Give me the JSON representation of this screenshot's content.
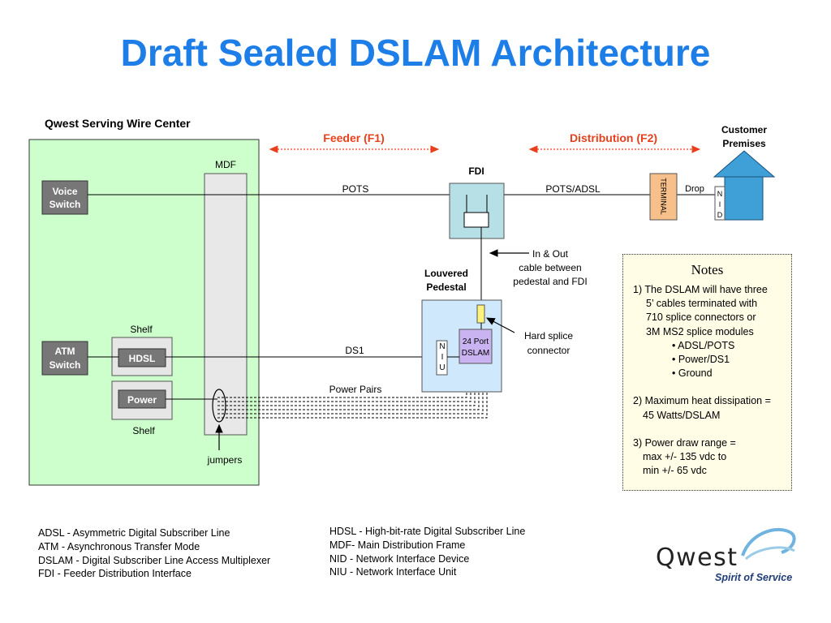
{
  "title": "Draft Sealed DSLAM Architecture",
  "diagram": {
    "wire_center_label": "Qwest Serving Wire Center",
    "feeder_label": "Feeder (F1)",
    "distribution_label": "Distribution (F2)",
    "customer_label_1": "Customer",
    "customer_label_2": "Premises",
    "mdf_label": "MDF",
    "fdi_label": "FDI",
    "voice_switch_1": "Voice",
    "voice_switch_2": "Switch",
    "atm_switch_1": "ATM",
    "atm_switch_2": "Switch",
    "shelf_top": "Shelf",
    "shelf_bottom": "Shelf",
    "hdsl_label": "HDSL",
    "power_label": "Power",
    "jumpers_label": "jumpers",
    "pots_label": "POTS",
    "pots_adsl_label": "POTS/ADSL",
    "ds1_label": "DS1",
    "power_pairs_label": "Power Pairs",
    "terminal_label": "TERMINAL",
    "drop_label": "Drop",
    "nid_letters": [
      "N",
      "I",
      "D"
    ],
    "niu_letters": [
      "N",
      "I",
      "U"
    ],
    "in_out_1": "In & Out",
    "in_out_2": "cable between",
    "in_out_3": "pedestal and FDI",
    "louvered_1": "Louvered",
    "louvered_2": "Pedestal",
    "dslam_1": "24 Port",
    "dslam_2": "DSLAM",
    "hard_splice_1": "Hard splice",
    "hard_splice_2": "connector"
  },
  "notes": {
    "title": "Notes",
    "n1_line1": "1) The DSLAM will have three",
    "n1_line2": "5’ cables terminated with",
    "n1_line3": "710 splice connectors or",
    "n1_line4": "3M MS2 splice modules",
    "n1_b1": "• ADSL/POTS",
    "n1_b2": "• Power/DS1",
    "n1_b3": "• Ground",
    "n2_line1": "2) Maximum heat dissipation =",
    "n2_line2": "45 Watts/DSLAM",
    "n3_line1": "3) Power draw range =",
    "n3_line2": "max +/- 135 vdc to",
    "n3_line3": "min +/- 65 vdc"
  },
  "legend_left": [
    "ADSL - Asymmetric Digital Subscriber Line",
    "ATM - Asynchronous Transfer Mode",
    "DSLAM - Digital Subscriber Line Access Multiplexer",
    "FDI - Feeder Distribution Interface"
  ],
  "legend_right": [
    "HDSL - High-bit-rate Digital Subscriber Line",
    "MDF- Main Distribution Frame",
    "NID - Network Interface Device",
    "NIU - Network Interface Unit"
  ],
  "logo": {
    "wordmark": "Qwest",
    "tagline": "Spirit of Service"
  },
  "colors": {
    "title": "#1e7ee8",
    "wire_center_fill": "#ccffcc",
    "arrow_red": "#e8401c",
    "fdi_fill": "#b7dfe6",
    "pedestal_fill": "#cfe8fb",
    "terminal_fill": "#f7c08a",
    "dslam_fill": "#c9b3f0",
    "splice_fill": "#fff27a",
    "switch_fill": "#777777",
    "house_fill": "#3fa0d8"
  }
}
